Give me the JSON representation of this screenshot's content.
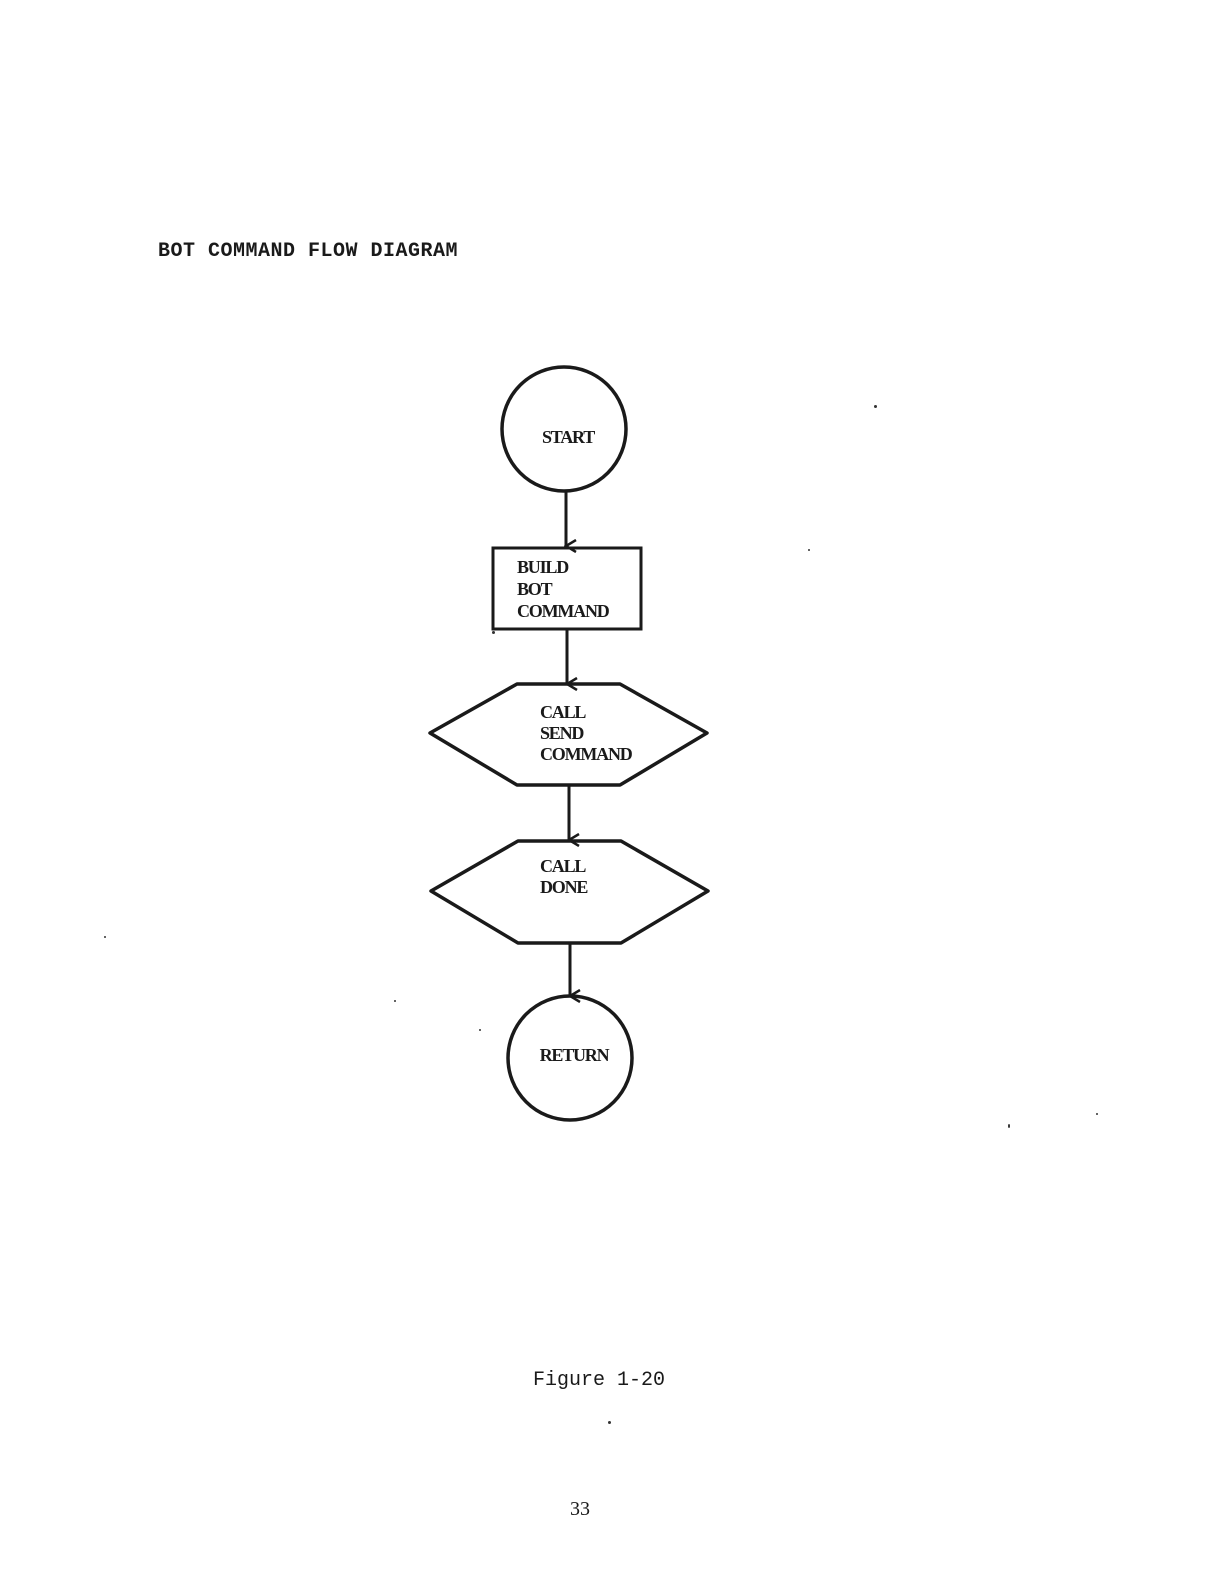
{
  "page": {
    "heading": "BOT COMMAND FLOW DIAGRAM",
    "caption": "Figure 1-20",
    "page_number": "33"
  },
  "flowchart": {
    "start": {
      "label": "START"
    },
    "build": {
      "lines": [
        "BUILD",
        "BOT",
        "COMMAND"
      ]
    },
    "send": {
      "lines": [
        "CALL",
        "SEND",
        "COMMAND"
      ]
    },
    "done": {
      "lines": [
        "CALL",
        "DONE"
      ]
    },
    "return": {
      "label": "RETURN"
    }
  },
  "colors": {
    "ink": "#1a1a1a",
    "paper": "#ffffff"
  }
}
